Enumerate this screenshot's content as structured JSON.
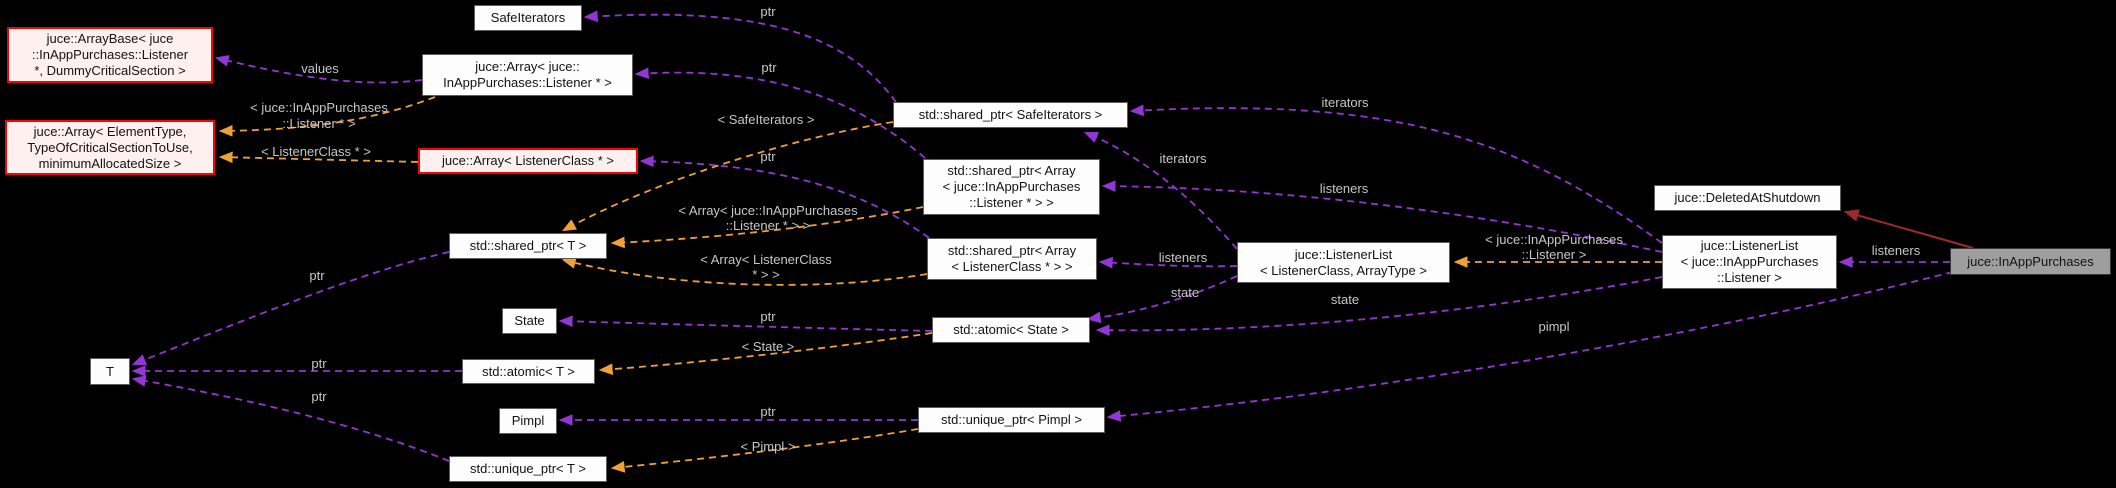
{
  "diagram": {
    "type": "doxygen-collaboration-graph",
    "current_class": "juce::InAppPurchases",
    "colors": {
      "background": "#000000",
      "usage_edge": "#9336d5",
      "template_edge": "#f0a135",
      "inheritance_edge": "#9e2b2b",
      "edge_label_text": "#c7c7c7",
      "node_fill": "#fdfdfd",
      "node_border": "#5c5c5c",
      "truncated_node_fill": "#fff0f0",
      "truncated_node_border": "#ff0000",
      "current_node_fill": "#9e9e9e"
    },
    "nodes": {
      "safe_iterators": {
        "lines": [
          "SafeIterators"
        ]
      },
      "array_base": {
        "lines": [
          "juce::ArrayBase< juce",
          "::InAppPurchases::Listener",
          "*, DummyCriticalSection >"
        ]
      },
      "array_iap_listener": {
        "lines": [
          "juce::Array< juce::",
          "InAppPurchases::Listener * >"
        ]
      },
      "shared_safeiterators": {
        "lines": [
          "std::shared_ptr< SafeIterators >"
        ]
      },
      "array_elementtype": {
        "lines": [
          "juce::Array< ElementType,",
          "TypeOfCriticalSectionToUse,",
          "minimumAllocatedSize >"
        ]
      },
      "array_listenerclass": {
        "lines": [
          "juce::Array< ListenerClass * >"
        ]
      },
      "shared_array_iap": {
        "lines": [
          "std::shared_ptr< Array",
          "< juce::InAppPurchases",
          "::Listener * > >"
        ]
      },
      "deleted_at_shutdown": {
        "lines": [
          "juce::DeletedAtShutdown"
        ]
      },
      "shared_ptr_t": {
        "lines": [
          "std::shared_ptr< T >"
        ]
      },
      "shared_array_listenerclass": {
        "lines": [
          "std::shared_ptr< Array",
          "< ListenerClass * > >"
        ]
      },
      "listenerlist_generic": {
        "lines": [
          "juce::ListenerList",
          "< ListenerClass, ArrayType >"
        ]
      },
      "listenerlist_iap": {
        "lines": [
          "juce::ListenerList",
          "< juce::InAppPurchases",
          "::Listener >"
        ]
      },
      "in_app_purchases": {
        "lines": [
          "juce::InAppPurchases"
        ]
      },
      "state": {
        "lines": [
          "State"
        ]
      },
      "atomic_state": {
        "lines": [
          "std::atomic< State >"
        ]
      },
      "t": {
        "lines": [
          "T"
        ]
      },
      "atomic_t": {
        "lines": [
          "std::atomic< T >"
        ]
      },
      "pimpl": {
        "lines": [
          "Pimpl"
        ]
      },
      "unique_ptr_pimpl": {
        "lines": [
          "std::unique_ptr< Pimpl >"
        ]
      },
      "unique_ptr_t": {
        "lines": [
          "std::unique_ptr< T >"
        ]
      }
    },
    "edge_labels": {
      "ptr_safeiterators": "ptr",
      "ptr_array_iap": "ptr",
      "ptr_array_listenerclass": "ptr",
      "ptr_shared_t": "ptr",
      "ptr_atomic_t": "ptr",
      "ptr_unique_t": "ptr",
      "ptr_state": "ptr",
      "ptr_pimpl": "ptr",
      "values": "values",
      "iterators_from_iap_list": "iterators",
      "iterators_from_generic_list": "iterators",
      "listeners_from_iap_list": "listeners",
      "listeners_from_generic_list": "listeners",
      "listeners_from_inapppurchases": "listeners",
      "state_from_iap_list": "state",
      "state_from_generic_list": "state",
      "pimpl_from_inapppurchases": "pimpl",
      "tmpl_safeiterators": "< SafeIterators >",
      "tmpl_listenerclass": "< ListenerClass * >",
      "tmpl_state": "< State >",
      "tmpl_pimpl": "< Pimpl >",
      "tmpl_iap_listener_ptr": {
        "lines": [
          "< juce::InAppPurchases",
          "::Listener * >"
        ]
      },
      "tmpl_array_iap": {
        "lines": [
          "< Array< juce::InAppPurchases",
          "::Listener * > >"
        ]
      },
      "tmpl_array_listenerclass": {
        "lines": [
          "< Array< ListenerClass",
          "* > >"
        ]
      },
      "tmpl_iap_listener": {
        "lines": [
          "< juce::InAppPurchases",
          "::Listener >"
        ]
      }
    }
  }
}
